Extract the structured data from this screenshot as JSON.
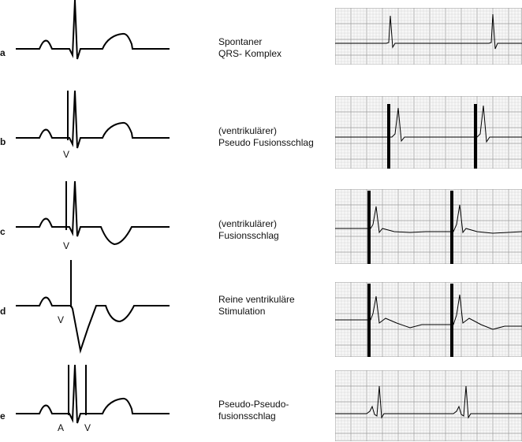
{
  "colors": {
    "trace": "#000000",
    "grid_major": "#9a9a9a",
    "grid_minor": "#d0d0d0",
    "strip_bg": "#f7f7f7"
  },
  "rows": [
    {
      "letter": "a",
      "caption": [
        "Spontaner",
        "QRS- Komplex"
      ],
      "markers": []
    },
    {
      "letter": "b",
      "caption": [
        "(ventrikulärer)",
        "Pseudo Fusionsschlag"
      ],
      "markers": [
        "V"
      ]
    },
    {
      "letter": "c",
      "caption": [
        "(ventrikulärer)",
        "Fusionsschlag"
      ],
      "markers": [
        "V"
      ]
    },
    {
      "letter": "d",
      "caption": [
        "Reine ventrikuläre",
        "Stimulation"
      ],
      "markers": [
        "V"
      ]
    },
    {
      "letter": "e",
      "caption": [
        "Pseudo-Pseudo-",
        "fusionsschlag"
      ],
      "markers": [
        "A",
        "V"
      ]
    }
  ]
}
